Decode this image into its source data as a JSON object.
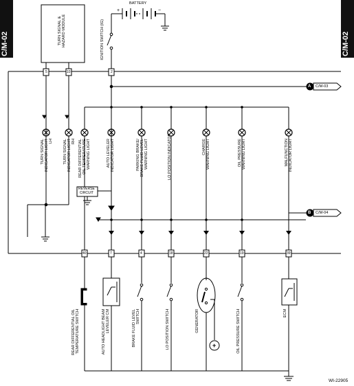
{
  "tabs": {
    "left": "C/M-02",
    "right": "C/M-02"
  },
  "module": {
    "name": "TURN SIGNAL &\nHAZARD MODULE",
    "pins": [
      "5",
      "10"
    ]
  },
  "battery": {
    "label": "BATTERY",
    "plus": "+",
    "minus": "−"
  },
  "ignition": {
    "label": "IGNITION SWITCH (IG)",
    "pin": "2"
  },
  "refs": [
    {
      "letter": "A",
      "text": "C/M-03"
    },
    {
      "letter": "B",
      "text": "C/M-04"
    }
  ],
  "reverse_circuit": "REVERSE\nCIRCUIT",
  "lights": [
    {
      "label": "TURN SIGNAL\nINDICATOR LIGHT\nLH"
    },
    {
      "label": "TURN SIGNAL\nINDICATOR LIGHT\nRH"
    },
    {
      "label": "REAR DIFFERENTIAL\nOIL TEMPERATURE\nWARNING LIGHT"
    },
    {
      "label": "AUTO LEVELER\nINDICATOR LIGHT"
    },
    {
      "label": "PARKING BRAKE/\nBRAKE FLUID LEVEL\nWARNING LIGHT"
    },
    {
      "label": "LO POSITION INDICATOR"
    },
    {
      "label": "CHARGE\nWARNING LIGHT"
    },
    {
      "label": "OIL PRESSURE\nWARNING LIGHT"
    },
    {
      "label": "MALFUNCTION\nINDICATOR LIGHT"
    }
  ],
  "lower_pins": [
    "40",
    "7",
    "4",
    "18",
    "22",
    "19",
    "39"
  ],
  "components": [
    {
      "label": "REAR DIFFERENTIAL OIL\nTEMPERATURE SWITCH"
    },
    {
      "label": "AUTO HEADLIGHT BEAM\nLEVELER CM"
    },
    {
      "label": "BRAKE FLUID LEVEL\nSWITCH"
    },
    {
      "label": "LO POSITION SWITCH"
    },
    {
      "label": "GENERATOR"
    },
    {
      "label": "OIL PRESSURE SWITCH"
    },
    {
      "label": "ECM"
    }
  ],
  "generator_symbol": "+",
  "figure_code": "WI-22905"
}
